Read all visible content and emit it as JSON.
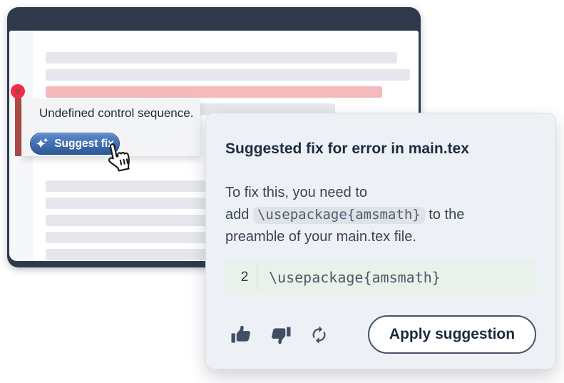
{
  "editor": {
    "tooltip": {
      "message": "Undefined control sequence.",
      "suggest_button_label": "Suggest fix"
    }
  },
  "card": {
    "title": "Suggested fix for error in main.tex",
    "body": {
      "line1": "To fix this, you need to",
      "line2_before": "add ",
      "line2_code": "\\usepackage{amsmath}",
      "line2_after": " to the",
      "line3": "preamble of your main.tex file."
    },
    "code_block": {
      "line_number": "2",
      "code": "\\usepackage{amsmath}"
    },
    "footer": {
      "apply_label": "Apply suggestion"
    }
  },
  "icons": {
    "suggest": "sparkle-icon",
    "cursor": "hand-pointer-cursor-icon",
    "positive": "thumbs-up-icon",
    "negative": "thumbs-down-icon",
    "retry": "regenerate-icon"
  },
  "colors": {
    "window_frame": "#2e3a4c",
    "skeleton_line": "#e5e7ec",
    "error_line": "#f4babc",
    "error_marker": "#f6294d",
    "error_accent_bar": "#ad4a46",
    "suggest_button_top": "#5b8ace",
    "suggest_button_bottom": "#2d5795",
    "card_background": "#edf1f6",
    "inline_code_background": "#dfe3e8",
    "code_block_background": "#e9f2ea",
    "title_text": "#1e2c3e",
    "body_text": "#3a4555",
    "icon": "#414e63"
  }
}
